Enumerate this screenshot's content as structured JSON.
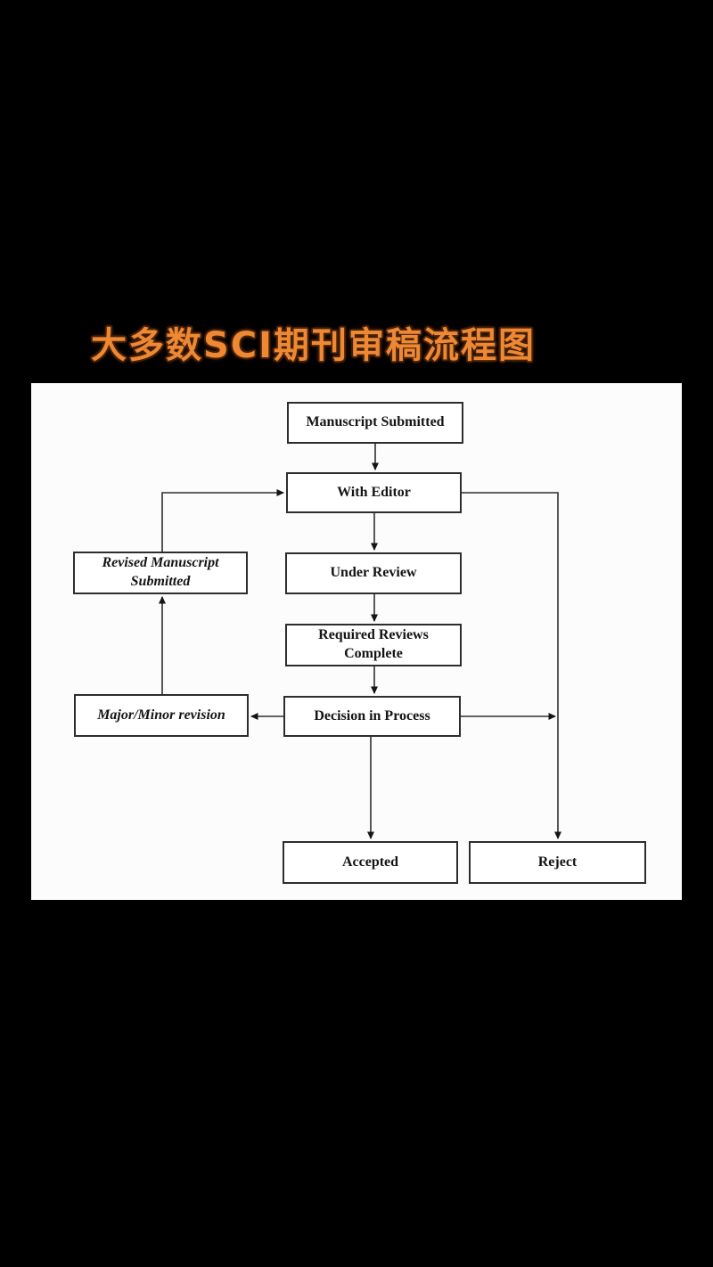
{
  "page": {
    "title": "大多数SCI期刊审稿流程图",
    "title_color": "#ee8832",
    "background_color": "#000000"
  },
  "flowchart": {
    "panel_color": "#fcfcfc",
    "box_border_color": "#2d2d2d",
    "connector_color": "#2f2f2f",
    "nodes": [
      {
        "id": "manuscript-submitted",
        "label": "Manuscript Submitted"
      },
      {
        "id": "with-editor",
        "label": "With Editor"
      },
      {
        "id": "under-review",
        "label": "Under Review"
      },
      {
        "id": "required-reviews-complete",
        "label": "Required Reviews Complete"
      },
      {
        "id": "decision-in-process",
        "label": "Decision in Process"
      },
      {
        "id": "revised-manuscript-submitted",
        "label": "Revised Manuscript Submitted"
      },
      {
        "id": "major-minor-revision",
        "label": "Major/Minor revision"
      },
      {
        "id": "accepted",
        "label": "Accepted"
      },
      {
        "id": "reject",
        "label": "Reject"
      }
    ],
    "edges": [
      {
        "from": "manuscript-submitted",
        "to": "with-editor"
      },
      {
        "from": "with-editor",
        "to": "under-review"
      },
      {
        "from": "under-review",
        "to": "required-reviews-complete"
      },
      {
        "from": "required-reviews-complete",
        "to": "decision-in-process"
      },
      {
        "from": "decision-in-process",
        "to": "major-minor-revision"
      },
      {
        "from": "major-minor-revision",
        "to": "revised-manuscript-submitted"
      },
      {
        "from": "revised-manuscript-submitted",
        "to": "with-editor"
      },
      {
        "from": "with-editor",
        "to": "reject"
      },
      {
        "from": "decision-in-process",
        "to": "reject"
      },
      {
        "from": "decision-in-process",
        "to": "accepted"
      }
    ]
  }
}
